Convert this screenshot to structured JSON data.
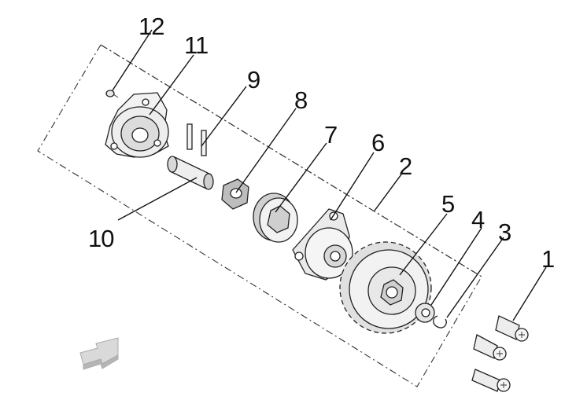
{
  "diagram": {
    "callouts": [
      {
        "id": "1",
        "label": "1"
      },
      {
        "id": "2",
        "label": "2"
      },
      {
        "id": "3",
        "label": "3"
      },
      {
        "id": "4",
        "label": "4"
      },
      {
        "id": "5",
        "label": "5"
      },
      {
        "id": "6",
        "label": "6"
      },
      {
        "id": "7",
        "label": "7"
      },
      {
        "id": "8",
        "label": "8"
      },
      {
        "id": "9",
        "label": "9"
      },
      {
        "id": "10",
        "label": "10"
      },
      {
        "id": "11",
        "label": "11"
      },
      {
        "id": "12",
        "label": "12"
      }
    ],
    "colors": {
      "line": "#111111",
      "part_fill": "#f2f2f2",
      "part_shade": "#bdbdbd",
      "arrow_fill": "#d9d9d9"
    },
    "icons": {
      "direction_arrow": "front-arrow-icon"
    }
  }
}
